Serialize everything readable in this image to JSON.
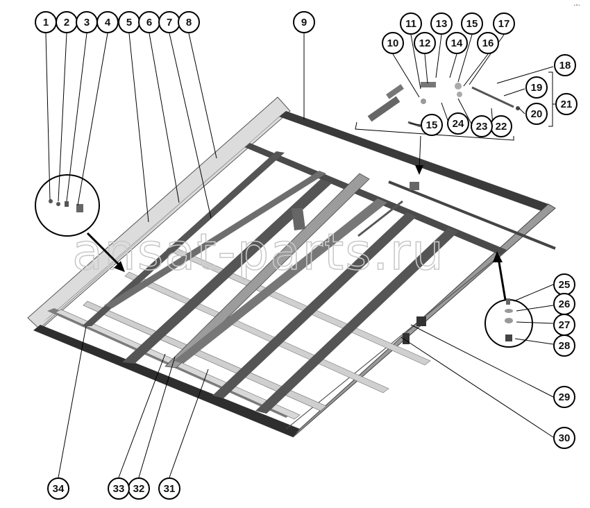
{
  "watermark": "ansat-parts.ru",
  "callouts": [
    {
      "id": "c1",
      "label": "1"
    },
    {
      "id": "c2",
      "label": "2"
    },
    {
      "id": "c3",
      "label": "3"
    },
    {
      "id": "c4",
      "label": "4"
    },
    {
      "id": "c5",
      "label": "5"
    },
    {
      "id": "c6",
      "label": "6"
    },
    {
      "id": "c7",
      "label": "7"
    },
    {
      "id": "c8",
      "label": "8"
    },
    {
      "id": "c9",
      "label": "9"
    },
    {
      "id": "c10",
      "label": "10"
    },
    {
      "id": "c11",
      "label": "11"
    },
    {
      "id": "c12",
      "label": "12"
    },
    {
      "id": "c13",
      "label": "13"
    },
    {
      "id": "c14",
      "label": "14"
    },
    {
      "id": "c15a",
      "label": "15"
    },
    {
      "id": "c15b",
      "label": "15"
    },
    {
      "id": "c16",
      "label": "16"
    },
    {
      "id": "c17",
      "label": "17"
    },
    {
      "id": "c18",
      "label": "18"
    },
    {
      "id": "c19",
      "label": "19"
    },
    {
      "id": "c20",
      "label": "20"
    },
    {
      "id": "c21",
      "label": "21"
    },
    {
      "id": "c22",
      "label": "22"
    },
    {
      "id": "c23",
      "label": "23"
    },
    {
      "id": "c24",
      "label": "24"
    },
    {
      "id": "c25",
      "label": "25"
    },
    {
      "id": "c26",
      "label": "26"
    },
    {
      "id": "c27",
      "label": "27"
    },
    {
      "id": "c28",
      "label": "28"
    },
    {
      "id": "c29",
      "label": "29"
    },
    {
      "id": "c30",
      "label": "30"
    },
    {
      "id": "c31",
      "label": "31"
    },
    {
      "id": "c32",
      "label": "32"
    },
    {
      "id": "c33",
      "label": "33"
    },
    {
      "id": "c34",
      "label": "34"
    }
  ]
}
